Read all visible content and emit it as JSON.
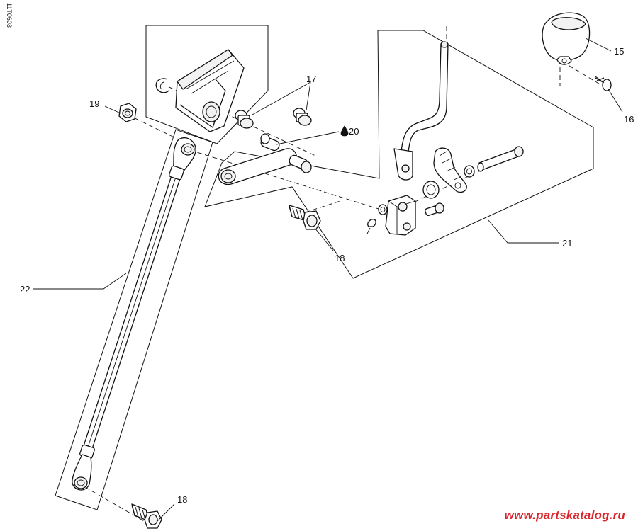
{
  "drawing_id": "11T0603",
  "watermark": "www.partskatalog.ru",
  "callouts": {
    "c15": "15",
    "c16": "16",
    "c17": "17",
    "c18_top": "18",
    "c18_bottom": "18",
    "c19": "19",
    "c20": "20",
    "c21": "21",
    "c22": "22"
  },
  "icons": {
    "lubricant": "oil-drop-icon"
  }
}
